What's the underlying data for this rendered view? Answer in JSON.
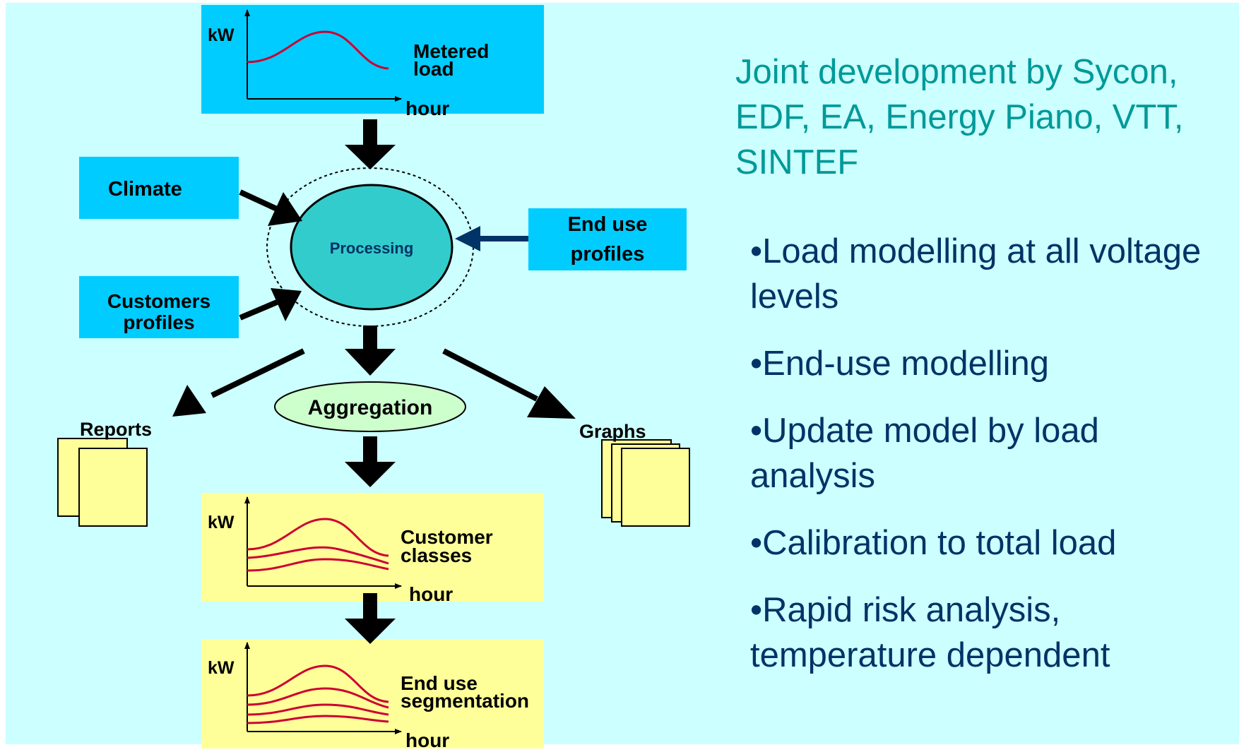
{
  "diagram": {
    "metered": {
      "y_label": "kW",
      "x_label": "hour",
      "caption": "Metered load"
    },
    "climate": "Climate",
    "customers_profiles": "Customers profiles",
    "end_use_profiles": "End use profiles",
    "processing": "Processing",
    "aggregation": "Aggregation",
    "reports": "Reports",
    "graphs": "Graphs",
    "customer_classes": {
      "y_label": "kW",
      "x_label": "hour",
      "caption": "Customer classes"
    },
    "end_use_segmentation": {
      "y_label": "kW",
      "x_label": "hour",
      "caption": "End use segmentation"
    }
  },
  "right_panel": {
    "title": "Joint development by Sycon, EDF, EA, Energy Piano, VTT, SINTEF",
    "bullets": [
      "•Load modelling at all voltage levels",
      "•End-use modelling",
      "•Update model by load analysis",
      "•Calibration to total load",
      "•Rapid risk analysis, temperature dependent"
    ]
  },
  "colors": {
    "background": "#ccffff",
    "box_cyan": "#00ccff",
    "box_yellow": "#ffff99",
    "processing_fill": "#33cccc",
    "aggregation_fill": "#ccffcc",
    "curve_red": "#cc0033",
    "title_teal": "#009999",
    "bullet_navy": "#003366"
  }
}
